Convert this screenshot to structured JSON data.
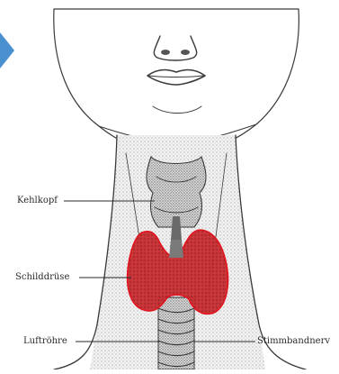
{
  "labels": {
    "larynx": "Kehlkopf",
    "thyroid": "Schilddrüse",
    "trachea": "Luftröhre",
    "nerve": "Stimmbandnerv"
  },
  "colors": {
    "thyroid_fill": "#c8262b",
    "thyroid_outline": "#e1141e",
    "corner_arrow": "#4a8fd0",
    "ink": "#3a3a3a"
  },
  "icons": {
    "corner": "play-arrow-icon"
  }
}
